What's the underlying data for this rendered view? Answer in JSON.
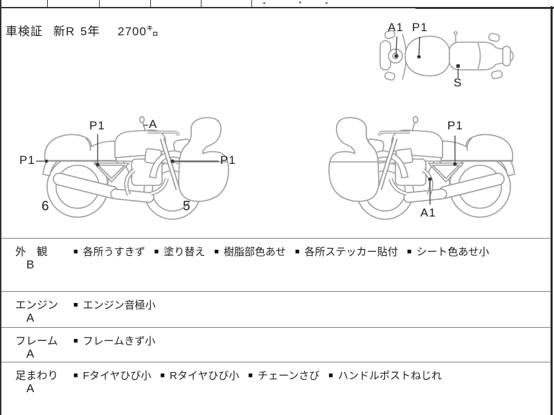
{
  "header": {
    "shaken": "車検証",
    "era": "新R",
    "years": "5年",
    "mileage": "2700㌔"
  },
  "annotations": {
    "p1": "P1",
    "a1": "A1",
    "a": "A",
    "s": "S",
    "rear_wheel_no": "6",
    "front_wheel_no": "5"
  },
  "bullet": "■",
  "sections": [
    {
      "label": "外　観",
      "grade": "B",
      "items": [
        "各所うすきず",
        "塗り替え",
        "樹脂部色あせ",
        "各所ステッカー貼付",
        "シート色あせ小"
      ]
    },
    {
      "label": "エンジン",
      "grade": "A",
      "items": [
        "エンジン音極小"
      ]
    },
    {
      "label": "フレーム",
      "grade": "A",
      "items": [
        "フレームきず小"
      ]
    },
    {
      "label": "足まわり",
      "grade": "A",
      "items": [
        "Fタイヤひび小",
        "Rタイヤひび小",
        "チェーンさび",
        "ハンドルポストねじれ"
      ]
    }
  ],
  "colors": {
    "sketch_line": "#9b9b9b",
    "border": "#2f2f2f",
    "text": "#222222",
    "separator": "#7d7d7d"
  }
}
